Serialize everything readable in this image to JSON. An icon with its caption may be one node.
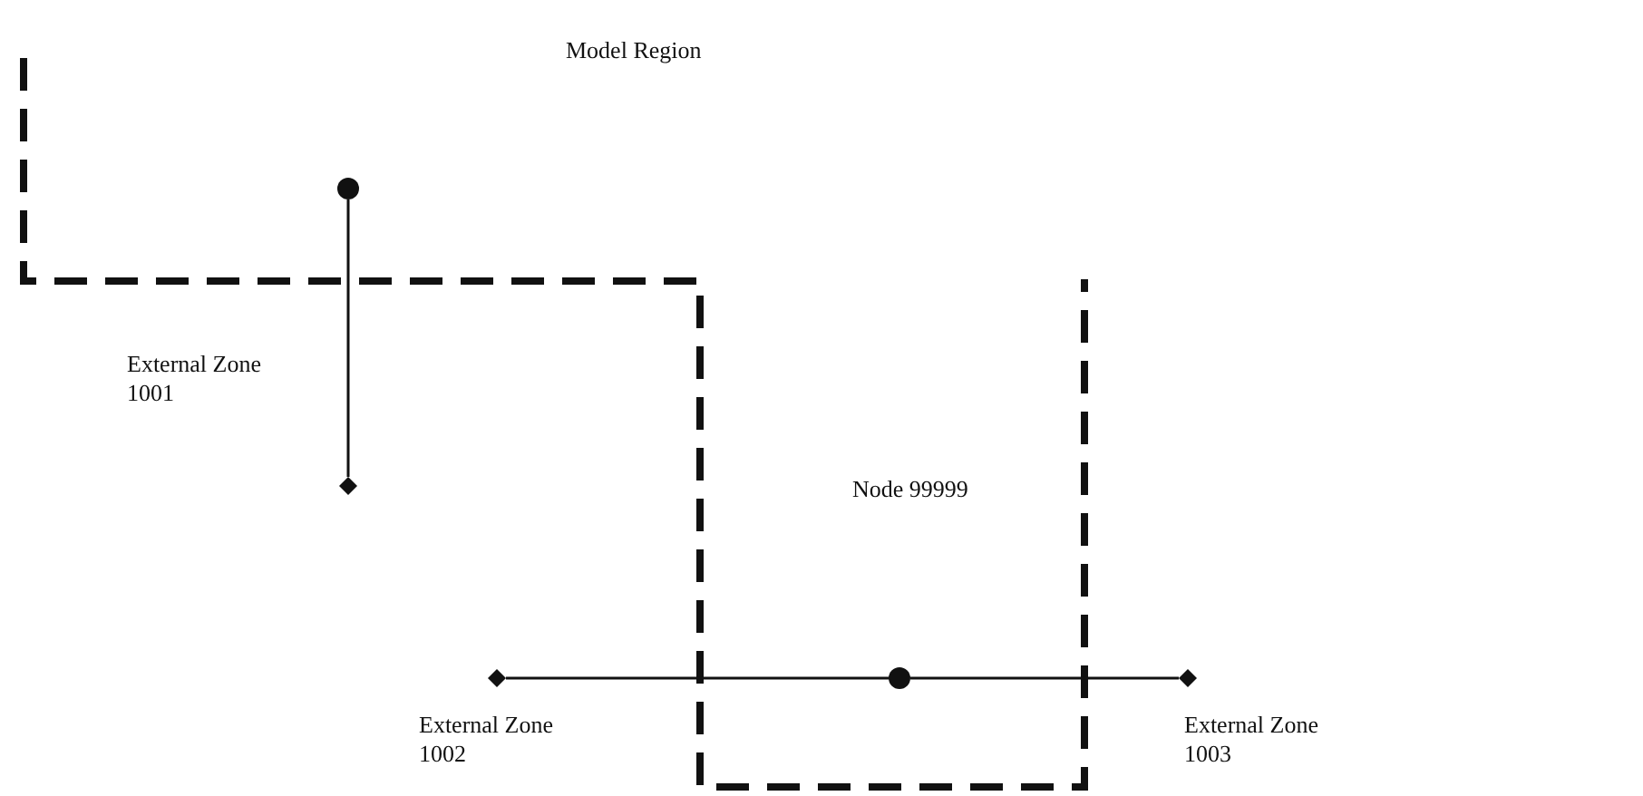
{
  "diagram": {
    "nodes": [
      {
        "text": [],
        "shape": "circle"
      },
      {
        "text": [],
        "shape": "diamond"
      },
      {
        "text": [],
        "shape": "diamond"
      },
      {
        "text": [],
        "shape": "circle"
      },
      {
        "text": [],
        "shape": "diamond"
      }
    ],
    "edges": [
      {
        "from": 0,
        "to": 1,
        "arrow": "none"
      },
      {
        "from": 3,
        "to": 2,
        "arrow": "none"
      },
      {
        "from": 3,
        "to": 4,
        "arrow": "none"
      }
    ],
    "labels": [
      "Model Region",
      "External Zone 1001",
      "Node 99999",
      "External Zone 1002",
      "External Zone 1003"
    ]
  }
}
